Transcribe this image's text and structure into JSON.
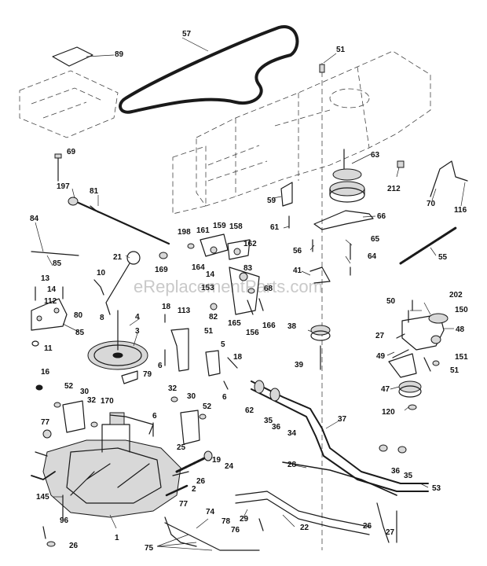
{
  "watermark": "eReplacementParts.com",
  "labels": [
    {
      "id": "l57",
      "text": "57"
    },
    {
      "id": "l89",
      "text": "89"
    },
    {
      "id": "l51a",
      "text": "51"
    },
    {
      "id": "l69",
      "text": "69"
    },
    {
      "id": "l63",
      "text": "63"
    },
    {
      "id": "l212",
      "text": "212"
    },
    {
      "id": "l197",
      "text": "197"
    },
    {
      "id": "l81",
      "text": "81"
    },
    {
      "id": "l59",
      "text": "59"
    },
    {
      "id": "l70",
      "text": "70"
    },
    {
      "id": "l116",
      "text": "116"
    },
    {
      "id": "l66",
      "text": "66"
    },
    {
      "id": "l84",
      "text": "84"
    },
    {
      "id": "l61",
      "text": "61"
    },
    {
      "id": "l198",
      "text": "198"
    },
    {
      "id": "l161",
      "text": "161"
    },
    {
      "id": "l159",
      "text": "159"
    },
    {
      "id": "l158",
      "text": "158"
    },
    {
      "id": "l65",
      "text": "65"
    },
    {
      "id": "l55",
      "text": "55"
    },
    {
      "id": "l85a",
      "text": "85"
    },
    {
      "id": "l162",
      "text": "162"
    },
    {
      "id": "l56",
      "text": "56"
    },
    {
      "id": "l21",
      "text": "21"
    },
    {
      "id": "l169",
      "text": "169"
    },
    {
      "id": "l164",
      "text": "164"
    },
    {
      "id": "l64",
      "text": "64"
    },
    {
      "id": "l83",
      "text": "83"
    },
    {
      "id": "l10",
      "text": "10"
    },
    {
      "id": "l14a",
      "text": "14"
    },
    {
      "id": "l41",
      "text": "41"
    },
    {
      "id": "l13",
      "text": "13"
    },
    {
      "id": "l153",
      "text": "153"
    },
    {
      "id": "l68",
      "text": "68"
    },
    {
      "id": "l14b",
      "text": "14"
    },
    {
      "id": "l112",
      "text": "112"
    },
    {
      "id": "l8",
      "text": "8"
    },
    {
      "id": "l202",
      "text": "202"
    },
    {
      "id": "l50",
      "text": "50"
    },
    {
      "id": "l80",
      "text": "80"
    },
    {
      "id": "l18a",
      "text": "18"
    },
    {
      "id": "l82",
      "text": "82"
    },
    {
      "id": "l150",
      "text": "150"
    },
    {
      "id": "l4",
      "text": "4"
    },
    {
      "id": "l113",
      "text": "113"
    },
    {
      "id": "l165",
      "text": "165"
    },
    {
      "id": "l166",
      "text": "166"
    },
    {
      "id": "l85b",
      "text": "85"
    },
    {
      "id": "l156",
      "text": "156"
    },
    {
      "id": "l38",
      "text": "38"
    },
    {
      "id": "l48",
      "text": "48"
    },
    {
      "id": "l3",
      "text": "3"
    },
    {
      "id": "l51b",
      "text": "51"
    },
    {
      "id": "l11",
      "text": "11"
    },
    {
      "id": "l27a",
      "text": "27"
    },
    {
      "id": "l5",
      "text": "5"
    },
    {
      "id": "l18b",
      "text": "18"
    },
    {
      "id": "l6a",
      "text": "6"
    },
    {
      "id": "l151",
      "text": "151"
    },
    {
      "id": "l39",
      "text": "39"
    },
    {
      "id": "l51c",
      "text": "51"
    },
    {
      "id": "l49",
      "text": "49"
    },
    {
      "id": "l16",
      "text": "16"
    },
    {
      "id": "l79",
      "text": "79"
    },
    {
      "id": "l6b",
      "text": "6"
    },
    {
      "id": "l52a",
      "text": "52"
    },
    {
      "id": "l32a",
      "text": "32"
    },
    {
      "id": "l47",
      "text": "47"
    },
    {
      "id": "l30a",
      "text": "30"
    },
    {
      "id": "l30b",
      "text": "30"
    },
    {
      "id": "l62",
      "text": "62"
    },
    {
      "id": "l32b",
      "text": "32"
    },
    {
      "id": "l52b",
      "text": "52"
    },
    {
      "id": "l120",
      "text": "120"
    },
    {
      "id": "l170",
      "text": "170"
    },
    {
      "id": "l35a",
      "text": "35"
    },
    {
      "id": "l37",
      "text": "37"
    },
    {
      "id": "l36a",
      "text": "36"
    },
    {
      "id": "l6c",
      "text": "6"
    },
    {
      "id": "l77a",
      "text": "77"
    },
    {
      "id": "l34",
      "text": "34"
    },
    {
      "id": "l25",
      "text": "25"
    },
    {
      "id": "l19",
      "text": "19"
    },
    {
      "id": "l24",
      "text": "24"
    },
    {
      "id": "l28",
      "text": "28"
    },
    {
      "id": "l36b",
      "text": "36"
    },
    {
      "id": "l35b",
      "text": "35"
    },
    {
      "id": "l26a",
      "text": "26"
    },
    {
      "id": "l53",
      "text": "53"
    },
    {
      "id": "l2",
      "text": "2"
    },
    {
      "id": "l145",
      "text": "145"
    },
    {
      "id": "l77b",
      "text": "77"
    },
    {
      "id": "l96",
      "text": "96"
    },
    {
      "id": "l74",
      "text": "74"
    },
    {
      "id": "l29",
      "text": "29"
    },
    {
      "id": "l26b",
      "text": "26"
    },
    {
      "id": "l1",
      "text": "1"
    },
    {
      "id": "l78",
      "text": "78"
    },
    {
      "id": "l76",
      "text": "76"
    },
    {
      "id": "l22",
      "text": "22"
    },
    {
      "id": "l27b",
      "text": "27"
    },
    {
      "id": "l26c",
      "text": "26"
    },
    {
      "id": "l75",
      "text": "75"
    }
  ]
}
